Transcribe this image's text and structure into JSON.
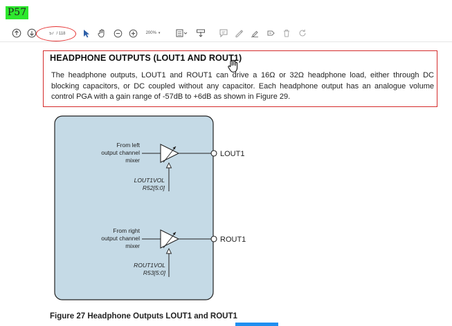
{
  "badge": {
    "label": "P57"
  },
  "toolbar": {
    "page_current": "57",
    "page_sep": "/",
    "page_total": "118",
    "zoom": "200%",
    "icons": [
      "arrow-up-icon",
      "arrow-down-icon",
      "select-cursor-icon",
      "hand-pan-icon",
      "zoom-out-icon",
      "zoom-in-icon",
      "fit-page-icon",
      "download-icon",
      "comment-icon",
      "highlight-icon",
      "sign-icon",
      "stamp-icon",
      "delete-icon",
      "rotate-icon"
    ]
  },
  "document": {
    "heading": "HEADPHONE OUTPUTS (LOUT1 AND ROUT1)",
    "paragraph": "The headphone outputs, LOUT1 and ROUT1 can drive a 16Ω or 32Ω headphone load, either through DC blocking capacitors, or DC coupled without any capacitor.  Each headphone output has an analogue volume control PGA with a gain range of -57dB to +6dB as shown in Figure 29.",
    "caption": "Figure 27  Headphone Outputs LOUT1 and ROUT1"
  },
  "diagram": {
    "block_fill": "#c5dae6",
    "left_input": [
      "From left",
      "output channel",
      "mixer"
    ],
    "left_control": [
      "LOUT1VOL",
      "R52[5:0]"
    ],
    "left_output": "LOUT1",
    "right_input": [
      "From right",
      "output channel",
      "mixer"
    ],
    "right_control": [
      "ROUT1VOL",
      "R53[5:0]"
    ],
    "right_output": "ROUT1"
  },
  "colors": {
    "badge": "#2ee82e",
    "annotation_red": "#d42a2a",
    "strip_blue": "#1f8ff0"
  }
}
